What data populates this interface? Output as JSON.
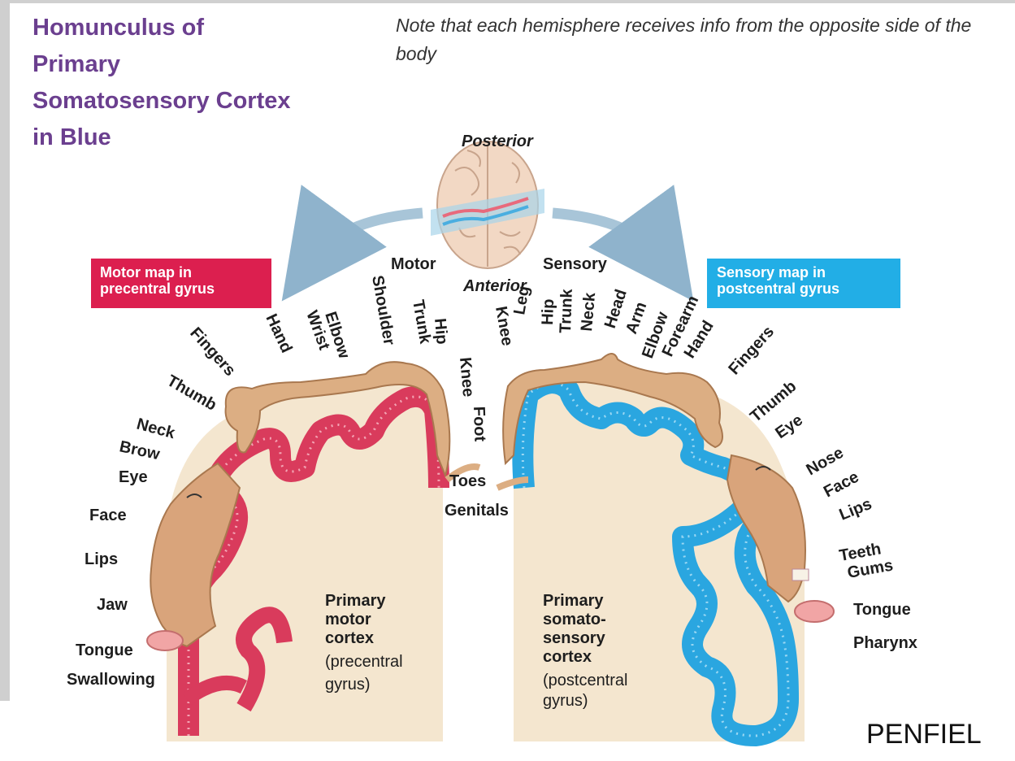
{
  "title": {
    "lines": [
      "Homunculus of",
      "Primary",
      "Somatosensory Cortex",
      "in Blue"
    ]
  },
  "note": "Note that each hemisphere receives info from the opposite side of the body",
  "footer": "PENFIEL",
  "orientation": {
    "posterior": "Posterior",
    "anterior": "Anterior",
    "motor": "Motor",
    "sensory": "Sensory"
  },
  "motor_box": {
    "line1": "Motor map in",
    "line2": "precentral gyrus",
    "color": "#dc1f4f"
  },
  "sensory_box": {
    "line1": "Sensory map in",
    "line2": "postcentral gyrus",
    "color": "#22aee6"
  },
  "colors": {
    "motor_cortex": "#d93b5c",
    "sensory_cortex": "#2aa6e0",
    "brain_tissue": "#f4e6cf",
    "skin": "#dcae83"
  },
  "motor_labels": {
    "hand": "Hand",
    "wrist": "Wrist",
    "elbow": "Elbow",
    "shoulder": "Shoulder",
    "trunk": "Trunk",
    "hip": "Hip",
    "knee": "Knee",
    "foot": "Foot",
    "toes": "Toes",
    "fingers": "Fingers",
    "thumb": "Thumb",
    "neck": "Neck",
    "brow": "Brow",
    "eye": "Eye",
    "face": "Face",
    "lips": "Lips",
    "jaw": "Jaw",
    "tongue": "Tongue",
    "swallowing": "Swallowing"
  },
  "sensory_labels": {
    "genitals": "Genitals",
    "knee": "Knee",
    "leg": "Leg",
    "hip": "Hip",
    "trunk": "Trunk",
    "neck": "Neck",
    "head": "Head",
    "arm": "Arm",
    "elbow": "Elbow",
    "forearm": "Forearm",
    "hand": "Hand",
    "fingers": "Fingers",
    "thumb": "Thumb",
    "eye": "Eye",
    "nose": "Nose",
    "face": "Face",
    "lips": "Lips",
    "teeth": "Teeth",
    "gums": "Gums",
    "tongue": "Tongue",
    "pharynx": "Pharynx"
  },
  "motor_cortex": {
    "l1": "Primary",
    "l2": "motor",
    "l3": "cortex",
    "l4": "(precentral",
    "l5": "gyrus)"
  },
  "sensory_cortex": {
    "l1": "Primary",
    "l2": "somato-",
    "l3": "sensory",
    "l4": "cortex",
    "l5": "(postcentral",
    "l6": "gyrus)"
  }
}
